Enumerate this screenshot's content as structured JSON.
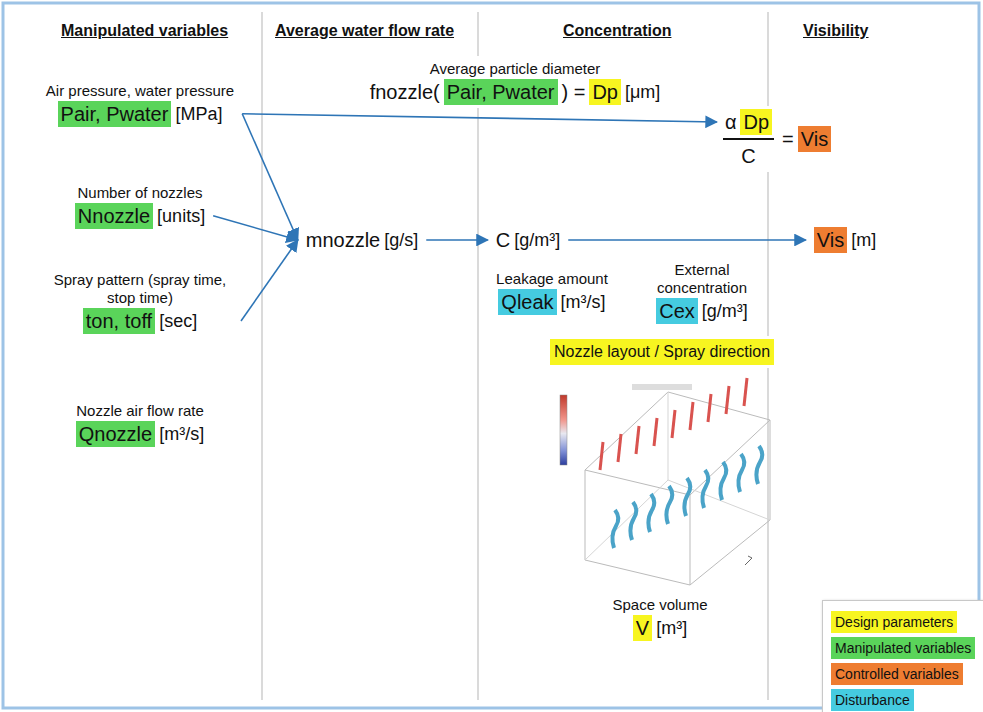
{
  "diagram": {
    "nodes": [
      {
        "text": [
          "Air pressure, water pressure",
          "Pair, Pwater",
          "[MPa]"
        ]
      },
      {
        "text": [
          "Number of nozzles",
          "Nnozzle",
          "[units]"
        ]
      },
      {
        "text": [
          "Spray pattern (spray time, stop time)",
          "ton, toff",
          "[sec]"
        ]
      },
      {
        "text": [
          "Nozzle air flow rate",
          "Qnozzle",
          "[m³/s]"
        ]
      },
      {
        "text": [
          "mnozzle",
          "[g/s]"
        ]
      },
      {
        "text": [
          "C",
          "[g/m³]"
        ]
      },
      {
        "text": [
          "Vis",
          "[m]"
        ]
      },
      {
        "text": [
          "α",
          "Dp",
          "C",
          "=",
          "Vis"
        ]
      },
      {
        "text": [
          "Average particle diameter",
          "fnozzle(",
          "Pair, Pwater",
          ") =",
          "Dp",
          "[μm]"
        ]
      },
      {
        "text": [
          "Leakage amount",
          "Qleak",
          "[m³/s]"
        ]
      },
      {
        "text": [
          "External concentration",
          "Cex",
          "[g/m³]"
        ]
      },
      {
        "text": [
          "Nozzle layout / Spray direction"
        ]
      },
      {
        "text": [
          "Space volume",
          "V",
          "[m³]"
        ]
      }
    ],
    "edges": [
      {
        "from": 0,
        "to": 4,
        "arrow": "to"
      },
      {
        "from": 0,
        "to": 7,
        "arrow": "to"
      },
      {
        "from": 1,
        "to": 4,
        "arrow": "to"
      },
      {
        "from": 2,
        "to": 4,
        "arrow": "to"
      },
      {
        "from": 4,
        "to": 5,
        "arrow": "to"
      },
      {
        "from": 5,
        "to": 6,
        "arrow": "to"
      }
    ],
    "labels": [
      "Manipulated variables",
      "Average water flow rate",
      "Concentration",
      "Visibility"
    ],
    "legend": [
      {
        "text": "Design parameters",
        "color": "#f7f520"
      },
      {
        "text": "Manipulated variables",
        "color": "#5ad45a"
      },
      {
        "text": "Controlled variables",
        "color": "#ee7d31"
      },
      {
        "text": "Disturbance",
        "color": "#45cbe0"
      }
    ]
  }
}
